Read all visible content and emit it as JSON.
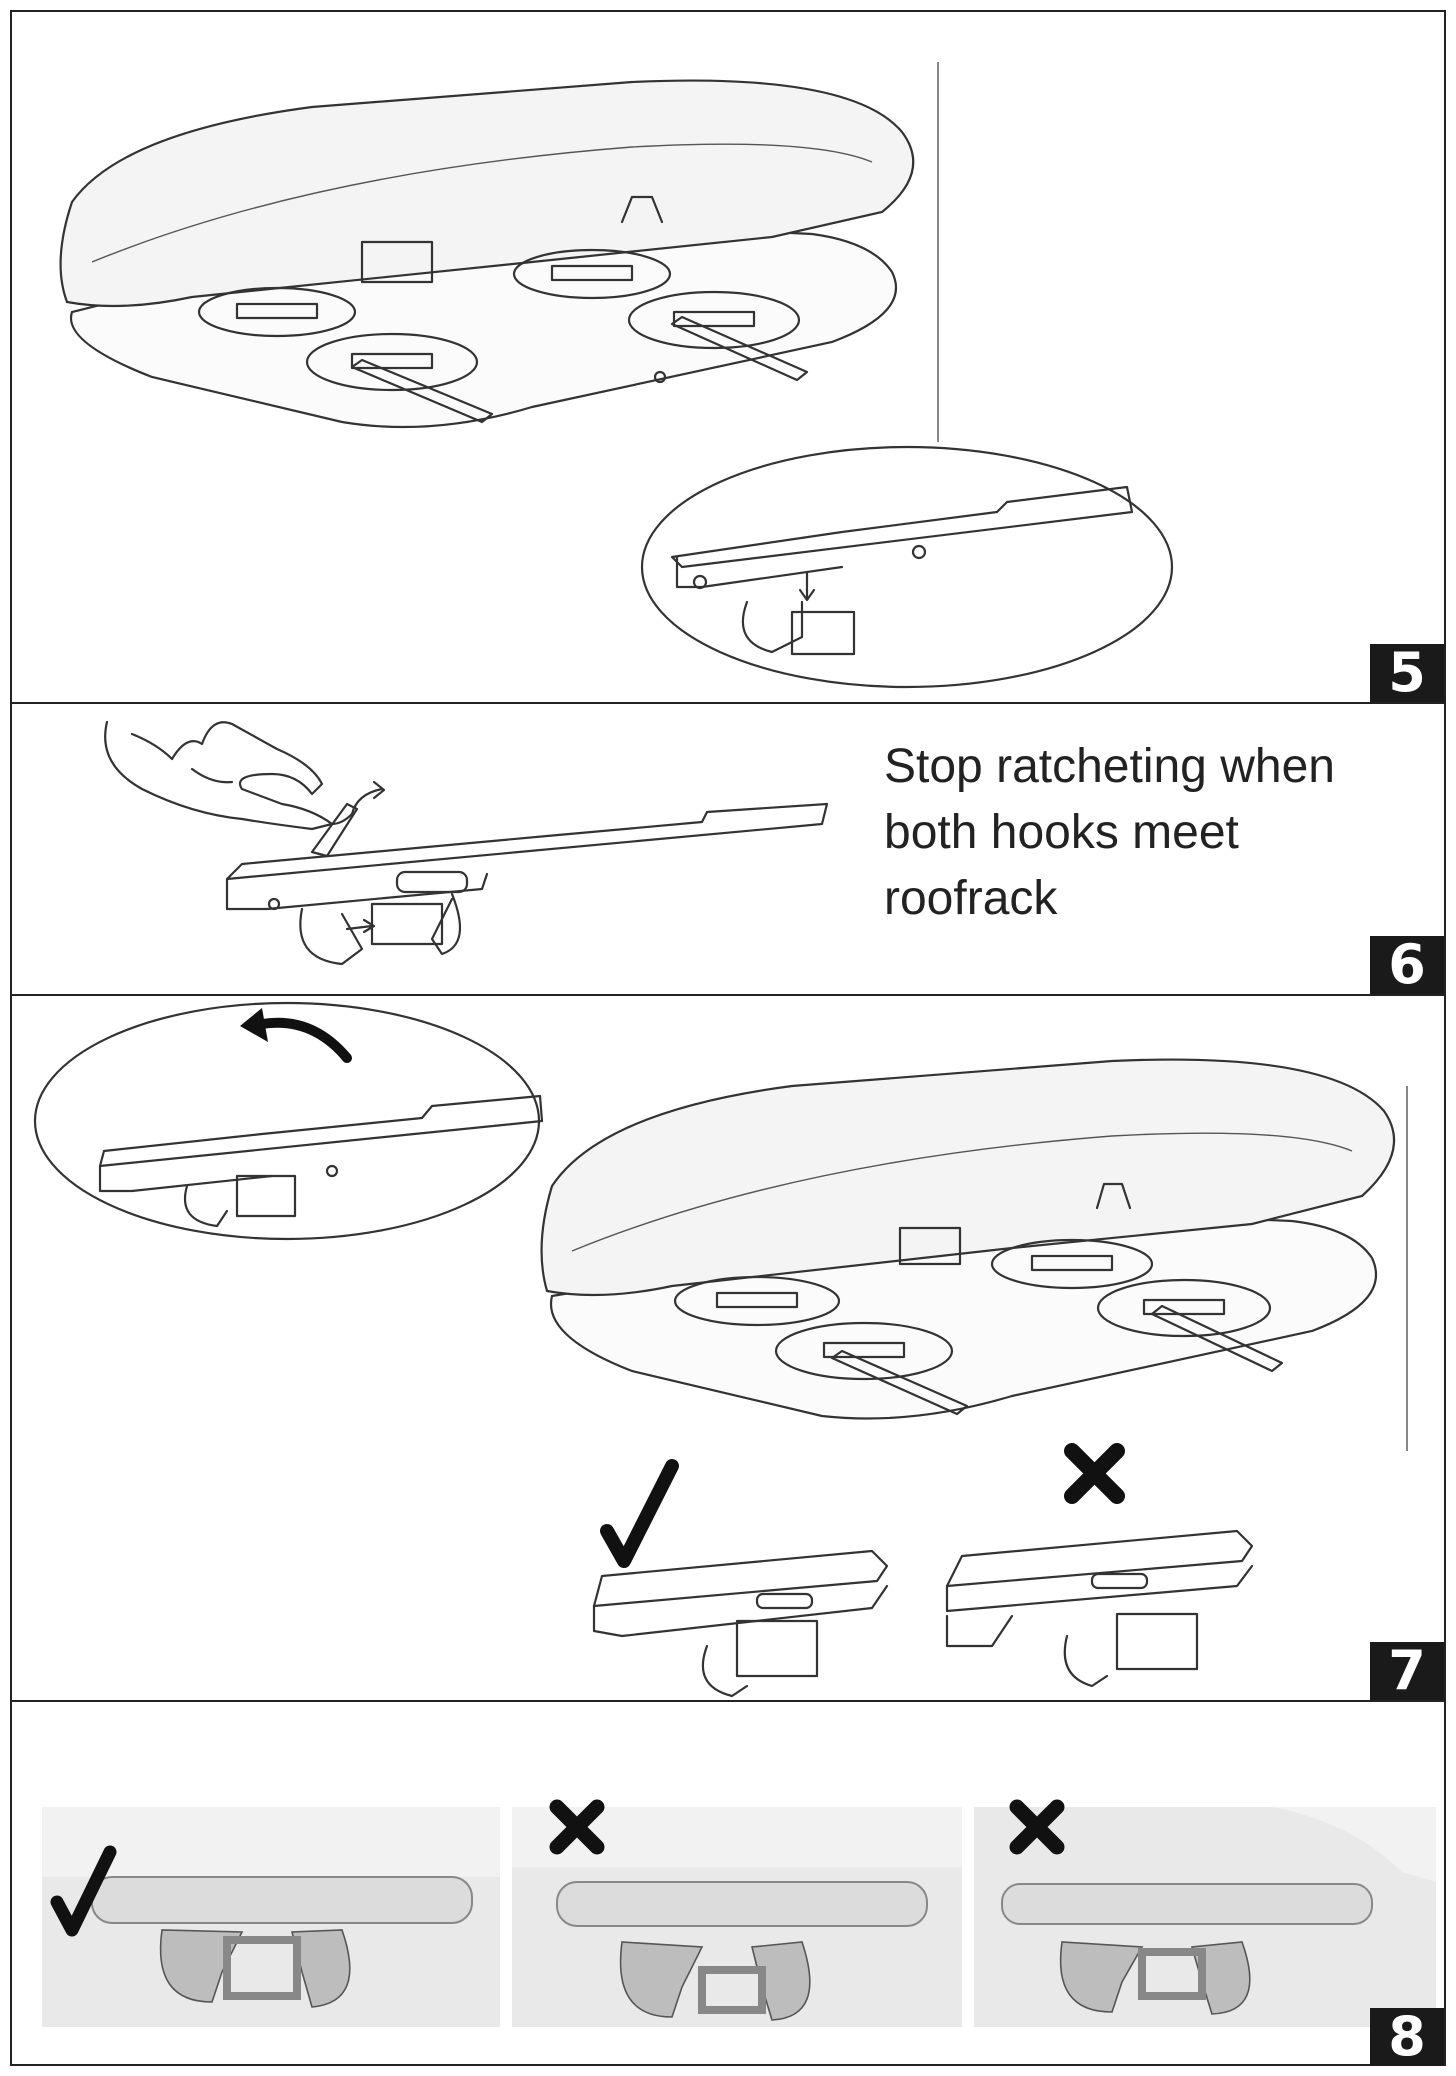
{
  "steps": [
    {
      "number": "5"
    },
    {
      "number": "6",
      "instruction": {
        "line1": "Stop ratcheting when",
        "line2": "both hooks meet",
        "line3": "roofrack"
      }
    },
    {
      "number": "7"
    },
    {
      "number": "8"
    }
  ],
  "icons": {
    "correct": "check-mark-icon",
    "incorrect": "cross-mark-icon"
  },
  "colors": {
    "ink": "#222222",
    "badge_bg": "#1a1a1a",
    "badge_text": "#ffffff",
    "hook_grey": "#bdbdbd"
  }
}
